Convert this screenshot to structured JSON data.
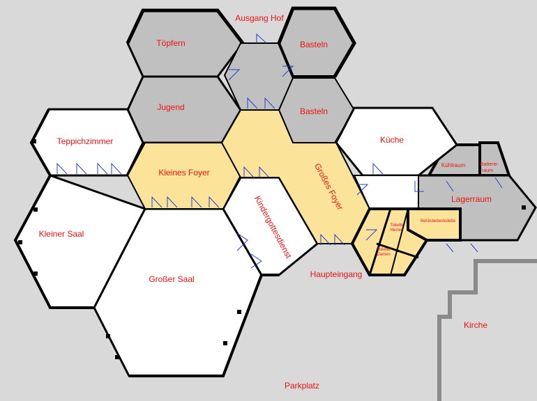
{
  "colors": {
    "background": "#d9d9d9",
    "white_room": "#ffffff",
    "grey_room": "#c0c0c0",
    "foyer": "#fbe39a",
    "wall": "#000000",
    "label": "#ee1111",
    "door": "#2a3bd6",
    "church_wall": "#8a8a8a"
  },
  "rooms": {
    "toepfern": "Töpfern",
    "ausgang_hof": "Ausgang Hof",
    "basteln_1": "Basteln",
    "jugend": "Jugend",
    "basteln_2": "Basteln",
    "teppichzimmer": "Teppichzimmer",
    "kleines_foyer": "Kleines Foyer",
    "grosses_foyer": "Großes Foyer",
    "kueche": "Küche",
    "kuehlraum": "Kühlraum",
    "batterieraum_1": "Batterie-",
    "batterieraum_2": "raum",
    "lagerraum": "Lagerraum",
    "kindergottesdienst": "Kindergottesdienst",
    "kleiner_saal": "Kleiner Saal",
    "grosser_saal": "Großer Saal",
    "toilette_herren_1": "Toilette",
    "toilette_herren_2": "Herren",
    "toilette_damen_1": "Toilette",
    "toilette_damen_2": "Damen",
    "behindertentoilette": "Behindertentoilette",
    "haupteingang": "Haupteingang",
    "kirche": "Kirche",
    "parkplatz": "Parkplatz"
  }
}
